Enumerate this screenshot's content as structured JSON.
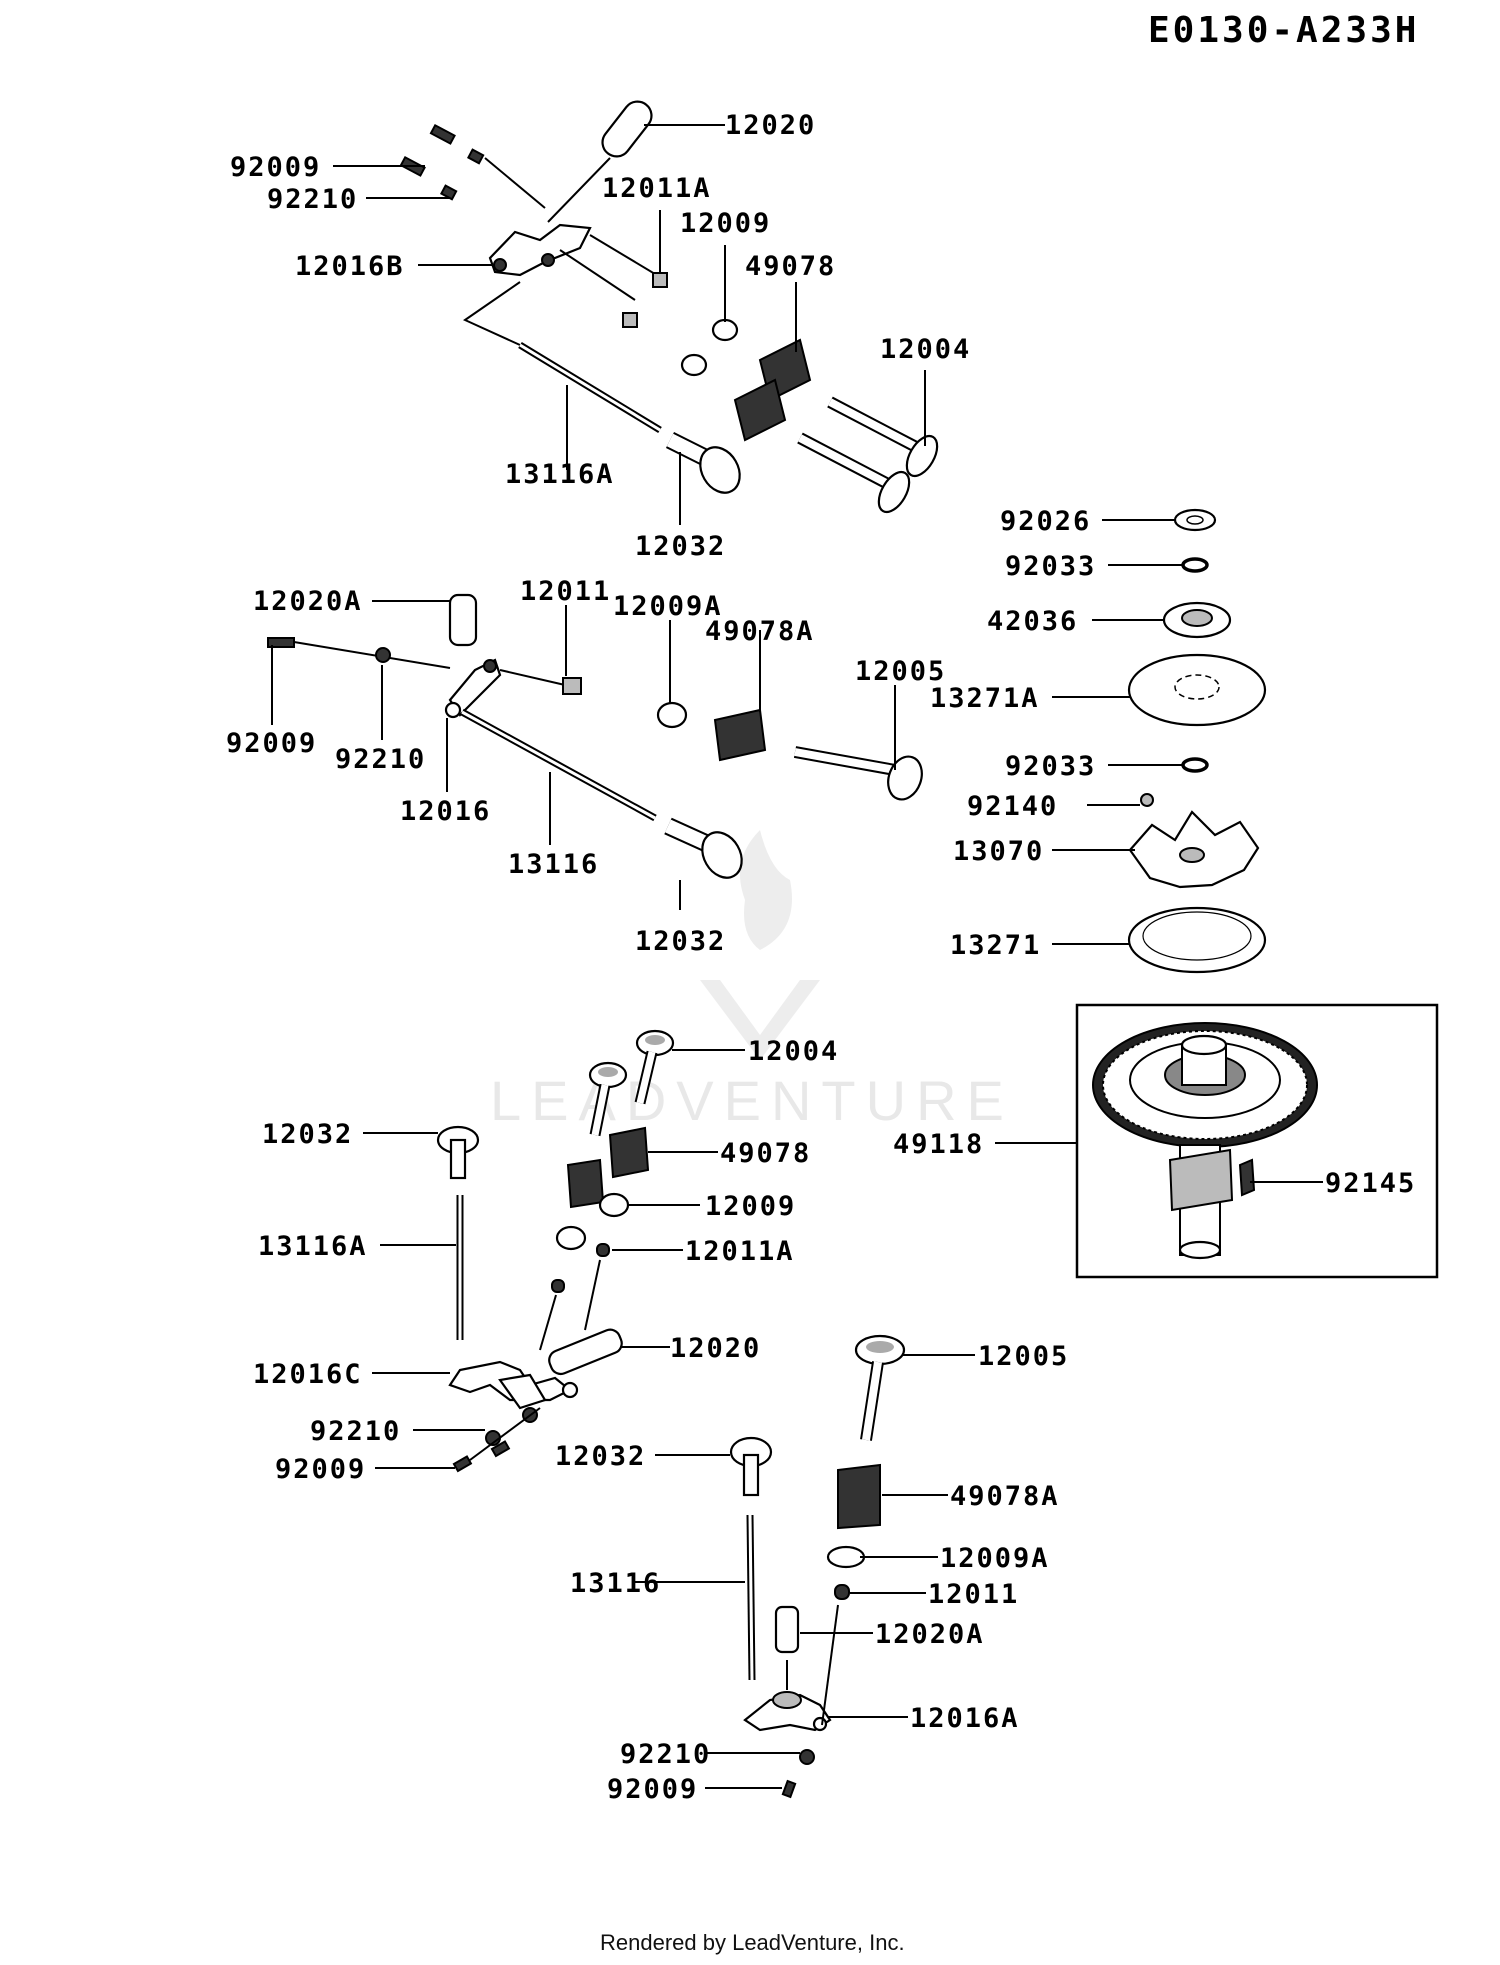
{
  "diagram_code": "E0130-A233H",
  "footer": "Rendered by LeadVenture, Inc.",
  "watermark": "LEADVENTURE",
  "labels": {
    "p12020_top": "12020",
    "p92009_top": "92009",
    "p92210_top": "92210",
    "p12011A_top": "12011A",
    "p12009_top": "12009",
    "p49078_top": "49078",
    "p12016B": "12016B",
    "p12004_top": "12004",
    "p13116A_top": "13116A",
    "p12032_top": "12032",
    "p92026": "92026",
    "p92033_a": "92033",
    "p42036": "42036",
    "p13271A": "13271A",
    "p92033_b": "92033",
    "p92140": "92140",
    "p13070": "13070",
    "p13271": "13271",
    "p12020A_mid": "12020A",
    "p12011_mid": "12011",
    "p12009A_mid": "12009A",
    "p49078A_mid": "49078A",
    "p12005_mid": "12005",
    "p92009_mid": "92009",
    "p92210_mid": "92210",
    "p12016": "12016",
    "p13116_mid": "13116",
    "p12032_mid": "12032",
    "p12004_low": "12004",
    "p49078_low": "49078",
    "p12009_low": "12009",
    "p12011A_low": "12011A",
    "p12032_low": "12032",
    "p13116A_low": "13116A",
    "p12020_low": "12020",
    "p12016C": "12016C",
    "p92210_low": "92210",
    "p92009_low": "92009",
    "p49118": "49118",
    "p92145": "92145",
    "p12005_low": "12005",
    "p12032_bot": "12032",
    "p49078A_low": "49078A",
    "p13116_bot": "13116",
    "p12009A_low": "12009A",
    "p12011_bot": "12011",
    "p12020A_bot": "12020A",
    "p12016A": "12016A",
    "p92210_bot": "92210",
    "p92009_bot": "92009"
  }
}
